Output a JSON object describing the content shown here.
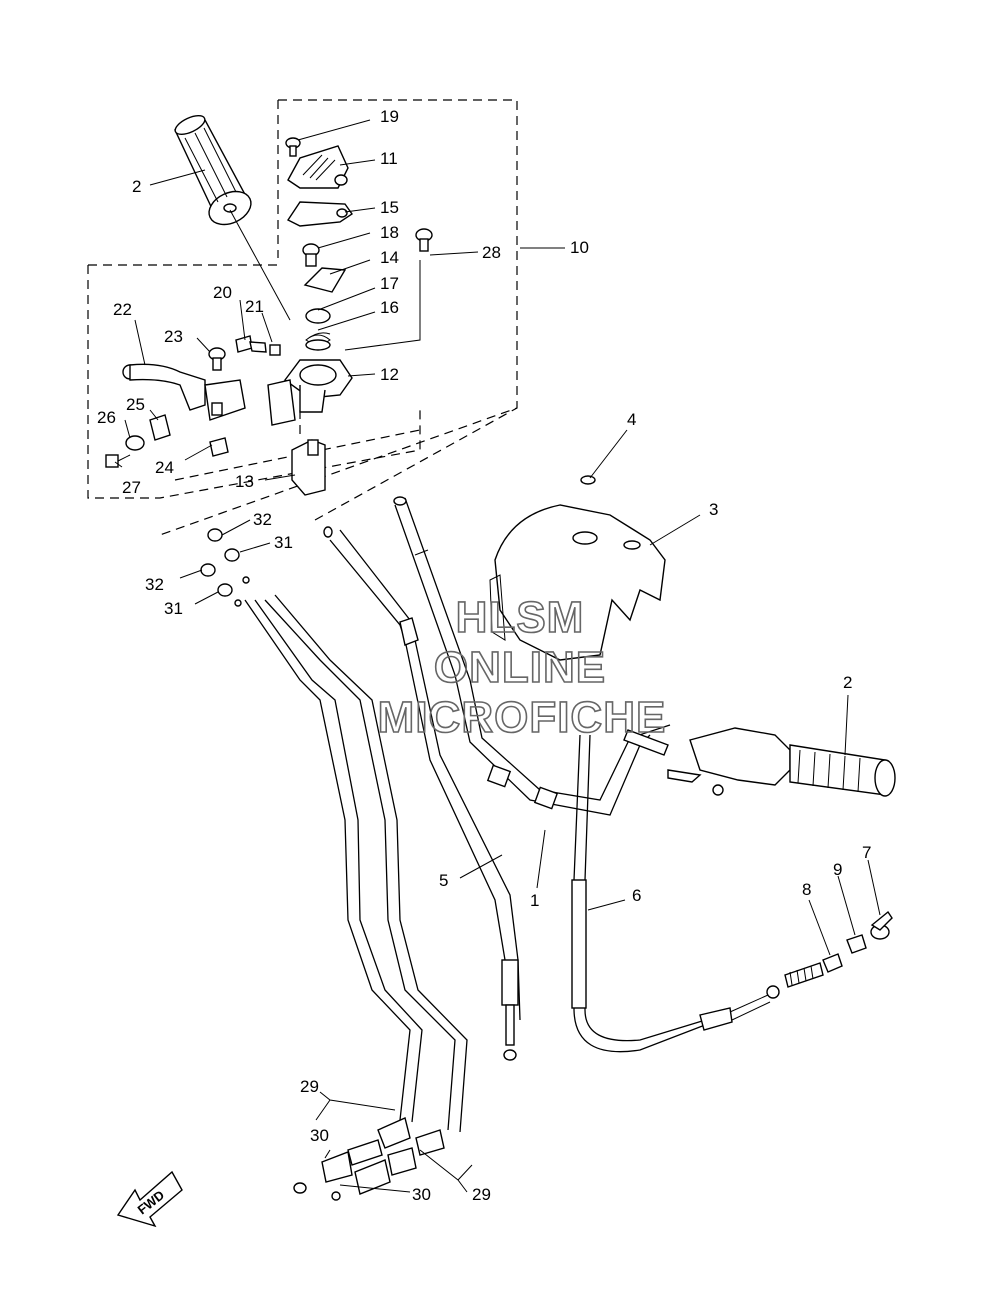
{
  "diagram": {
    "watermark": [
      "HLSM",
      "ONLINE",
      "MICROFICHE"
    ],
    "direction_label": "FWD",
    "callouts": [
      {
        "number": "19"
      },
      {
        "number": "11"
      },
      {
        "number": "15"
      },
      {
        "number": "2"
      },
      {
        "number": "18"
      },
      {
        "number": "28"
      },
      {
        "number": "10"
      },
      {
        "number": "14"
      },
      {
        "number": "17"
      },
      {
        "number": "16"
      },
      {
        "number": "20"
      },
      {
        "number": "21"
      },
      {
        "number": "22"
      },
      {
        "number": "23"
      },
      {
        "number": "12"
      },
      {
        "number": "4"
      },
      {
        "number": "25"
      },
      {
        "number": "26"
      },
      {
        "number": "24"
      },
      {
        "number": "13"
      },
      {
        "number": "27"
      },
      {
        "number": "3"
      },
      {
        "number": "32"
      },
      {
        "number": "31"
      },
      {
        "number": "32"
      },
      {
        "number": "31"
      },
      {
        "number": "2"
      },
      {
        "number": "7"
      },
      {
        "number": "9"
      },
      {
        "number": "8"
      },
      {
        "number": "5"
      },
      {
        "number": "6"
      },
      {
        "number": "1"
      },
      {
        "number": "29"
      },
      {
        "number": "30"
      },
      {
        "number": "30"
      },
      {
        "number": "29"
      }
    ]
  }
}
